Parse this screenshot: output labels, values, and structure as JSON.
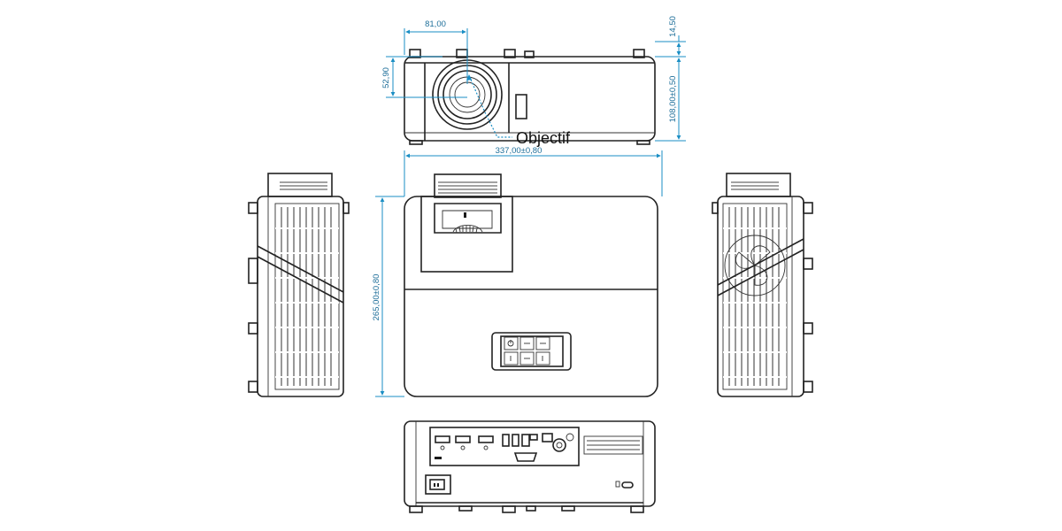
{
  "dimensions": {
    "lens_offset_x": "81,00",
    "lens_offset_y": "52,90",
    "top_height": "14,50",
    "body_height": "108,00±0,50",
    "width": "337,00±0,80",
    "depth": "265,00±0,80"
  },
  "callout": {
    "lens": "Objectif"
  },
  "colors": {
    "dimension": "#1a8ec4",
    "line": "#222222"
  }
}
